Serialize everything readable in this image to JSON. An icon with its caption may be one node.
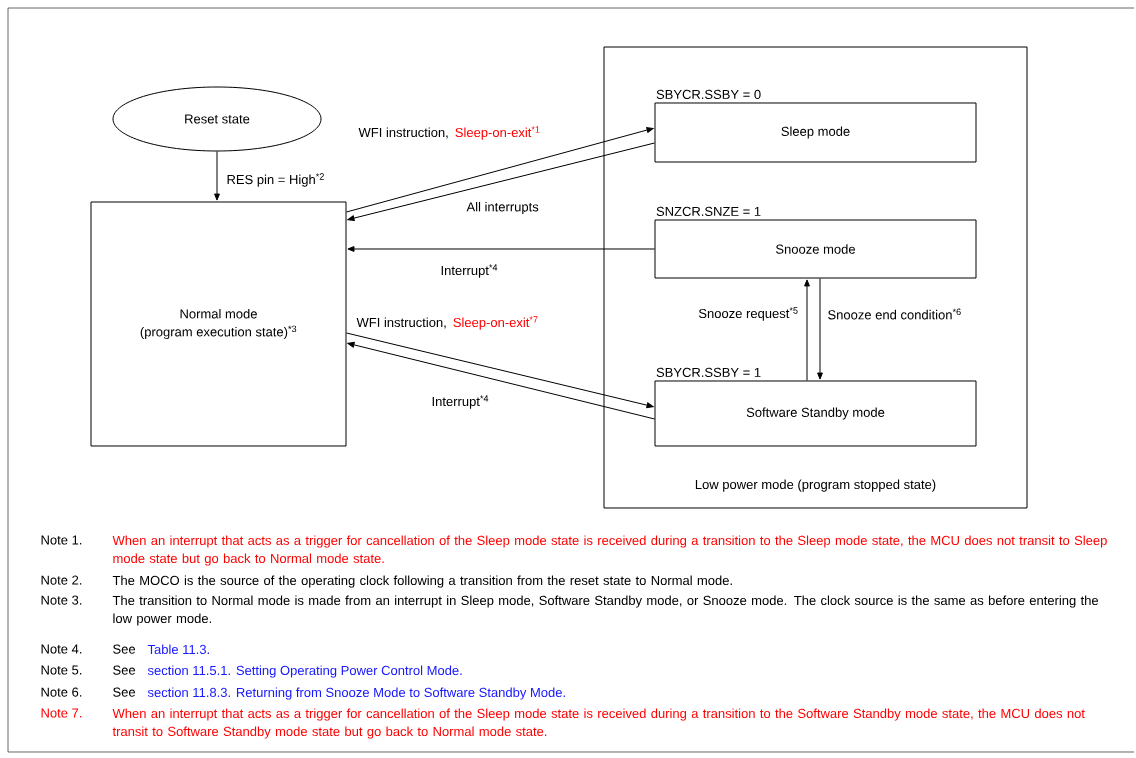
{
  "diagram": {
    "nodes": [
      {
        "text": [
          "Reset state"
        ]
      },
      {
        "text": [
          "Normal mode",
          "(program execution state)$^{*3}$"
        ]
      },
      {
        "text": [
          "Low power mode (program stopped state)"
        ]
      },
      {
        "text": [
          "Sleep mode"
        ],
        "in": 2,
        "beside": [
          "SBYCR.SSBY = 0"
        ]
      },
      {
        "text": [
          "Snooze mode"
        ],
        "in": 2,
        "beside": [
          "SNZCR.SNZE = 1"
        ]
      },
      {
        "text": [
          "Software Standby mode"
        ],
        "in": 2,
        "beside": [
          "SBYCR.SSBY = 1"
        ]
      }
    ],
    "edges": [
      {
        "from": 0,
        "to": 1,
        "arrow": "to",
        "label": "RES pin = High$^{*2}$"
      },
      {
        "from": 1,
        "to": 3,
        "arrow": "to",
        "label": "WFI instruction,"
      },
      {
        "from": 3,
        "to": 1,
        "arrow": "to",
        "label": "All interrupts"
      },
      {
        "from": 4,
        "to": 1,
        "arrow": "to",
        "label": "Interrupt$^{*4}$"
      },
      {
        "from": 1,
        "to": 5,
        "arrow": "to",
        "label": "WFI instruction,"
      },
      {
        "from": 5,
        "to": 1,
        "arrow": "to",
        "label": "Interrupt$^{*4}$"
      },
      {
        "from": 5,
        "to": 4,
        "arrow": "to",
        "label": "Snooze request$^{*5}$"
      },
      {
        "from": 4,
        "to": 5,
        "arrow": "to",
        "label": "Snooze end condition$^{*6}$"
      }
    ],
    "labels": [
      "Sleep-on-exit$^{*1}$",
      "Sleep-on-exit$^{*7}$",
      "Note 1.",
      "When an interrupt that acts as a trigger for cancellation of the Sleep mode state is received during a transition to the Sleep mode state, the MCU does not transit to Sleep mode state but go back to Normal mode state.",
      "Note 2.",
      "The MOCO is the source of the operating clock following a transition from the reset state to Normal mode.",
      "Note 3.",
      "The transition to Normal mode is made from an interrupt in Sleep mode, Software Standby mode, or Snooze mode. The clock source is the same as before entering the low power mode.",
      "Note 4.",
      "See",
      "Table 11.3.",
      "Note 5.",
      "See",
      "section 11.5.1. Setting Operating Power Control Mode.",
      "Note 6.",
      "See",
      "section 11.8.3. Returning from Snooze Mode to Software Standby Mode.",
      "Note 7.",
      "When an interrupt that acts as a trigger for cancellation of the Sleep mode state is received during a transition to the Software Standby mode state, the MCU does not transit to Software Standby mode state but go back to Normal mode state."
    ]
  }
}
